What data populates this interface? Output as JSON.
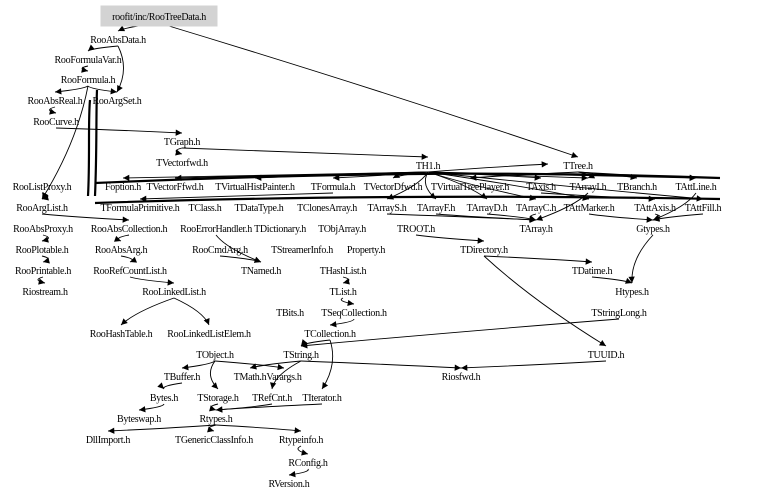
{
  "diagram": {
    "title": "roofit/inc/RooTreeData.h",
    "type": "include-dependency-graph",
    "colors": {
      "root_fill": "#d3d3d3",
      "edge": "#000000",
      "background": "#ffffff"
    },
    "nodes": [
      {
        "id": "RooTreeData",
        "label": "roofit/inc/RooTreeData.h",
        "root": true
      },
      {
        "id": "RooAbsData",
        "label": "RooAbsData.h"
      },
      {
        "id": "RooFormulaVar",
        "label": "RooFormulaVar.h"
      },
      {
        "id": "RooFormula",
        "label": "RooFormula.h"
      },
      {
        "id": "RooAbsReal",
        "label": "RooAbsReal.h"
      },
      {
        "id": "RooArgSet",
        "label": "RooArgSet.h"
      },
      {
        "id": "RooCurve",
        "label": "RooCurve.h"
      },
      {
        "id": "TGraph",
        "label": "TGraph.h"
      },
      {
        "id": "TVectorfwd",
        "label": "TVectorfwd.h"
      },
      {
        "id": "TH1",
        "label": "TH1.h"
      },
      {
        "id": "TTree",
        "label": "TTree.h"
      },
      {
        "id": "RooListProxy",
        "label": "RooListProxy.h"
      },
      {
        "id": "Foption",
        "label": "Foption.h"
      },
      {
        "id": "TVectorFfwd",
        "label": "TVectorFfwd.h"
      },
      {
        "id": "TVirtualHistPainter",
        "label": "TVirtualHistPainter.h"
      },
      {
        "id": "TFormula",
        "label": "TFormula.h"
      },
      {
        "id": "TVectorDfwd",
        "label": "TVectorDfwd.h"
      },
      {
        "id": "TVirtualTreePlayer",
        "label": "TVirtualTreePlayer.h"
      },
      {
        "id": "TAxis",
        "label": "TAxis.h"
      },
      {
        "id": "TArrayI",
        "label": "TArrayI.h"
      },
      {
        "id": "TBranch",
        "label": "TBranch.h"
      },
      {
        "id": "TAttLine",
        "label": "TAttLine.h"
      },
      {
        "id": "RooArgList",
        "label": "RooArgList.h"
      },
      {
        "id": "TFormulaPrimitive",
        "label": "TFormulaPrimitive.h"
      },
      {
        "id": "TClass",
        "label": "TClass.h"
      },
      {
        "id": "TDataType",
        "label": "TDataType.h"
      },
      {
        "id": "TClonesArray",
        "label": "TClonesArray.h"
      },
      {
        "id": "TArrayS",
        "label": "TArrayS.h"
      },
      {
        "id": "TArrayF",
        "label": "TArrayF.h"
      },
      {
        "id": "TArrayD",
        "label": "TArrayD.h"
      },
      {
        "id": "TArrayC",
        "label": "TArrayC.h"
      },
      {
        "id": "TAttMarker",
        "label": "TAttMarker.h"
      },
      {
        "id": "TAttAxis",
        "label": "TAttAxis.h"
      },
      {
        "id": "TAttFill",
        "label": "TAttFill.h"
      },
      {
        "id": "RooAbsProxy",
        "label": "RooAbsProxy.h"
      },
      {
        "id": "RooAbsCollection",
        "label": "RooAbsCollection.h"
      },
      {
        "id": "RooErrorHandler",
        "label": "RooErrorHandler.h"
      },
      {
        "id": "TDictionary",
        "label": "TDictionary.h"
      },
      {
        "id": "TObjArray",
        "label": "TObjArray.h"
      },
      {
        "id": "TROOT",
        "label": "TROOT.h"
      },
      {
        "id": "TArray",
        "label": "TArray.h"
      },
      {
        "id": "Gtypes",
        "label": "Gtypes.h"
      },
      {
        "id": "RooPlotable",
        "label": "RooPlotable.h"
      },
      {
        "id": "RooAbsArg",
        "label": "RooAbsArg.h"
      },
      {
        "id": "RooCmdArg",
        "label": "RooCmdArg.h"
      },
      {
        "id": "TStreamerInfo",
        "label": "TStreamerInfo.h"
      },
      {
        "id": "Property",
        "label": "Property.h"
      },
      {
        "id": "TDirectory",
        "label": "TDirectory.h"
      },
      {
        "id": "RooPrintable",
        "label": "RooPrintable.h"
      },
      {
        "id": "RooRefCountList",
        "label": "RooRefCountList.h"
      },
      {
        "id": "TNamed",
        "label": "TNamed.h"
      },
      {
        "id": "THashList",
        "label": "THashList.h"
      },
      {
        "id": "TDatime",
        "label": "TDatime.h"
      },
      {
        "id": "Riostream",
        "label": "Riostream.h"
      },
      {
        "id": "RooLinkedList",
        "label": "RooLinkedList.h"
      },
      {
        "id": "TList",
        "label": "TList.h"
      },
      {
        "id": "Htypes",
        "label": "Htypes.h"
      },
      {
        "id": "TBits",
        "label": "TBits.h"
      },
      {
        "id": "TSeqCollection",
        "label": "TSeqCollection.h"
      },
      {
        "id": "TStringLong",
        "label": "TStringLong.h"
      },
      {
        "id": "RooHashTable",
        "label": "RooHashTable.h"
      },
      {
        "id": "RooLinkedListElem",
        "label": "RooLinkedListElem.h"
      },
      {
        "id": "TCollection",
        "label": "TCollection.h"
      },
      {
        "id": "TUUID",
        "label": "TUUID.h"
      },
      {
        "id": "TObject",
        "label": "TObject.h"
      },
      {
        "id": "TString",
        "label": "TString.h"
      },
      {
        "id": "TBuffer",
        "label": "TBuffer.h"
      },
      {
        "id": "TMath",
        "label": "TMath.h"
      },
      {
        "id": "Varargs",
        "label": "Varargs.h"
      },
      {
        "id": "Riosfwd",
        "label": "Riosfwd.h"
      },
      {
        "id": "Bytes",
        "label": "Bytes.h"
      },
      {
        "id": "TStorage",
        "label": "TStorage.h"
      },
      {
        "id": "TRefCnt",
        "label": "TRefCnt.h"
      },
      {
        "id": "TIterator",
        "label": "TIterator.h"
      },
      {
        "id": "Byteswap",
        "label": "Byteswap.h"
      },
      {
        "id": "Rtypes",
        "label": "Rtypes.h"
      },
      {
        "id": "DllImport",
        "label": "DllImport.h"
      },
      {
        "id": "TGenericClassInfo",
        "label": "TGenericClassInfo.h"
      },
      {
        "id": "Rtypeinfo",
        "label": "Rtypeinfo.h"
      },
      {
        "id": "RConfig",
        "label": "RConfig.h"
      },
      {
        "id": "RVersion",
        "label": "RVersion.h"
      }
    ],
    "edges": [
      [
        "RooTreeData",
        "RooAbsData"
      ],
      [
        "RooTreeData",
        "TTree"
      ],
      [
        "RooAbsData",
        "RooFormulaVar"
      ],
      [
        "RooAbsData",
        "RooArgSet"
      ],
      [
        "RooFormulaVar",
        "RooFormula"
      ],
      [
        "RooFormula",
        "RooAbsReal"
      ],
      [
        "RooFormula",
        "RooArgSet"
      ],
      [
        "RooFormula",
        "RooArgList"
      ],
      [
        "RooAbsReal",
        "RooCurve"
      ],
      [
        "RooCurve",
        "TGraph"
      ],
      [
        "TGraph",
        "TVectorfwd"
      ],
      [
        "TGraph",
        "TH1"
      ],
      [
        "TH1",
        "TTree"
      ],
      [
        "TH1",
        "TAxis"
      ],
      [
        "TH1",
        "TArrayI"
      ],
      [
        "TH1",
        "TAttLine"
      ],
      [
        "TH1",
        "Foption"
      ],
      [
        "TH1",
        "TVectorFfwd"
      ],
      [
        "TH1",
        "TVirtualHistPainter"
      ],
      [
        "TH1",
        "TFormula"
      ],
      [
        "TH1",
        "TVectorDfwd"
      ],
      [
        "TH1",
        "TArrayS"
      ],
      [
        "TH1",
        "TArrayF"
      ],
      [
        "TH1",
        "TArrayD"
      ],
      [
        "TH1",
        "TArrayC"
      ],
      [
        "TH1",
        "TAttMarker"
      ],
      [
        "TH1",
        "TAttFill"
      ],
      [
        "TTree",
        "TBranch"
      ],
      [
        "TTree",
        "TVirtualTreePlayer"
      ],
      [
        "TTree",
        "TArrayI"
      ],
      [
        "TTree",
        "TAttLine"
      ],
      [
        "TFormula",
        "TFormulaPrimitive"
      ],
      [
        "TAxis",
        "TAttAxis"
      ],
      [
        "RooListProxy",
        "RooArgList"
      ],
      [
        "RooArgList",
        "RooAbsCollection"
      ],
      [
        "RooAbsProxy",
        "RooPlotable"
      ],
      [
        "RooAbsCollection",
        "RooAbsArg"
      ],
      [
        "RooAbsArg",
        "RooRefCountList"
      ],
      [
        "RooRefCountList",
        "RooLinkedList"
      ],
      [
        "RooCmdArg",
        "TNamed"
      ],
      [
        "RooErrorHandler",
        "TNamed"
      ],
      [
        "RooPlotable",
        "RooPrintable"
      ],
      [
        "RooPrintable",
        "Riostream"
      ],
      [
        "RooLinkedList",
        "RooLinkedListElem"
      ],
      [
        "RooLinkedList",
        "RooHashTable"
      ],
      [
        "TArrayS",
        "TArray"
      ],
      [
        "TArrayF",
        "TArray"
      ],
      [
        "TArrayD",
        "TArray"
      ],
      [
        "TArrayC",
        "TArray"
      ],
      [
        "TArrayI",
        "TArray"
      ],
      [
        "TAttMarker",
        "Gtypes"
      ],
      [
        "TAttAxis",
        "Gtypes"
      ],
      [
        "TAttFill",
        "Gtypes"
      ],
      [
        "TAttLine",
        "Gtypes"
      ],
      [
        "Gtypes",
        "Htypes"
      ],
      [
        "TDatime",
        "Htypes"
      ],
      [
        "TROOT",
        "TDirectory"
      ],
      [
        "TDirectory",
        "TDatime"
      ],
      [
        "TDirectory",
        "TUUID"
      ],
      [
        "THashList",
        "TList"
      ],
      [
        "TList",
        "TSeqCollection"
      ],
      [
        "TSeqCollection",
        "TCollection"
      ],
      [
        "TCollection",
        "TString"
      ],
      [
        "TCollection",
        "TIterator"
      ],
      [
        "TString",
        "TRefCnt"
      ],
      [
        "TString",
        "Riosfwd"
      ],
      [
        "TString",
        "TMath"
      ],
      [
        "TObject",
        "TBuffer"
      ],
      [
        "TObject",
        "TStorage"
      ],
      [
        "TObject",
        "Varargs"
      ],
      [
        "TBuffer",
        "Bytes"
      ],
      [
        "Bytes",
        "Byteswap"
      ],
      [
        "TStorage",
        "Rtypes"
      ],
      [
        "TRefCnt",
        "Rtypes"
      ],
      [
        "TIterator",
        "Rtypes"
      ],
      [
        "Rtypes",
        "DllImport"
      ],
      [
        "Rtypes",
        "TGenericClassInfo"
      ],
      [
        "Rtypes",
        "Rtypeinfo"
      ],
      [
        "Rtypeinfo",
        "RConfig"
      ],
      [
        "RConfig",
        "RVersion"
      ],
      [
        "TStringLong",
        "TString"
      ],
      [
        "TUUID",
        "Riosfwd"
      ]
    ]
  }
}
